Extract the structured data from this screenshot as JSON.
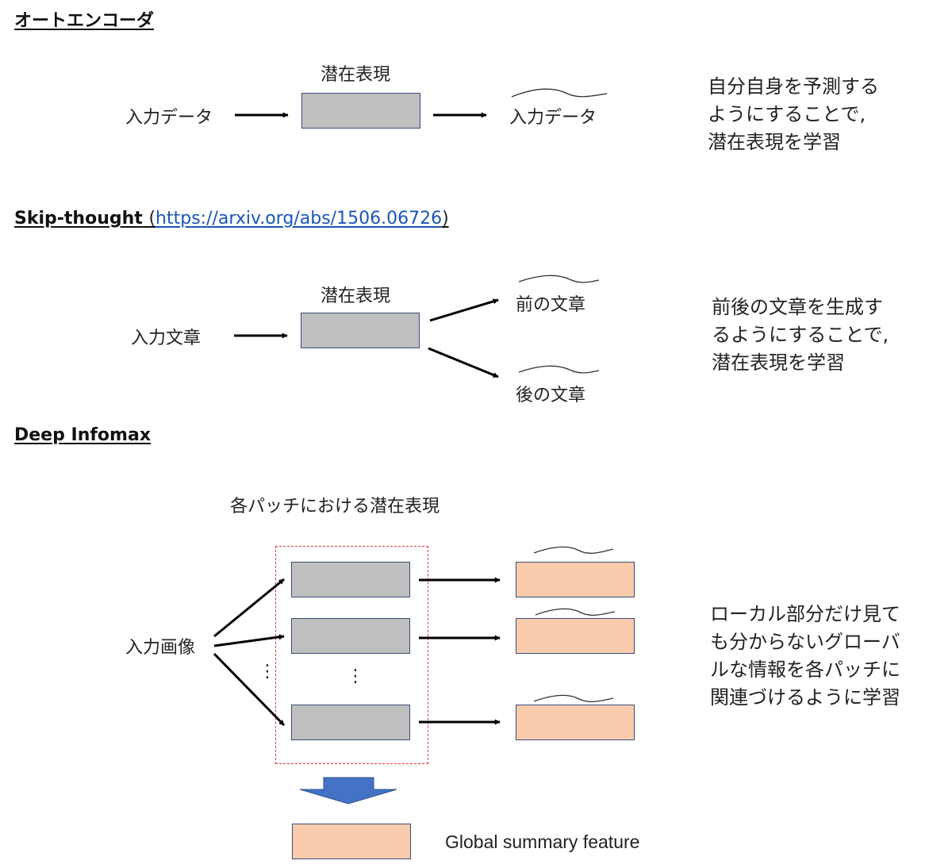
{
  "autoencoder": {
    "heading": "オートエンコーダ",
    "latent_label": "潜在表現",
    "input_label": "入力データ",
    "output_label": "入力データ",
    "description_lines": [
      "自分自身を予測する",
      "ようにすることで,",
      "潜在表現を学習"
    ]
  },
  "skip_thought": {
    "heading": "Skip-thought",
    "paren_open": "(",
    "link_text": "https://arxiv.org/abs/1506.06726",
    "paren_close": ")",
    "latent_label": "潜在表現",
    "input_label": "入力文章",
    "prev_label": "前の文章",
    "next_label": "後の文章",
    "description_lines": [
      "前後の文章を生成す",
      "るようにすることで,",
      "潜在表現を学習"
    ]
  },
  "deep_infomax": {
    "heading": "Deep Infomax",
    "patch_latent_label": "各パッチにおける潜在表現",
    "input_label": "入力画像",
    "ellipsis": "⋮",
    "global_label": "Global summary feature",
    "description_lines": [
      "ローカル部分だけ見て",
      "も分からないグローバ",
      "ルな情報を各パッチに",
      "関連づけるように学習"
    ]
  },
  "colors": {
    "gray_box": "#bfbfbf",
    "peach_box": "#f8cbad",
    "box_border": "#3a4e7a",
    "dashed_border": "#ee3333",
    "big_arrow": "#4472c4",
    "link": "#1a56b8"
  }
}
